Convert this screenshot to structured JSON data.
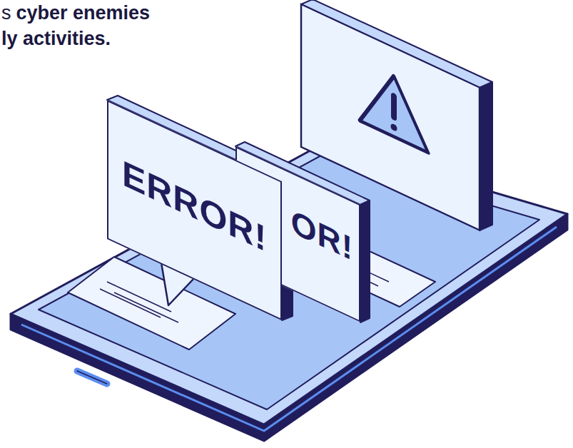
{
  "diagram": {
    "nodes": [
      {
        "text": [
          "ERROR!"
        ]
      },
      {
        "text": [
          "OR!"
        ]
      }
    ],
    "labels": [
      "s",
      "cyber enemies",
      "ly activities."
    ]
  }
}
